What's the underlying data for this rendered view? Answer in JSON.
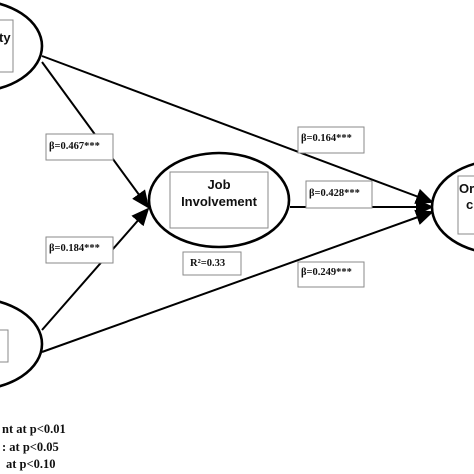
{
  "nodes": {
    "top_left": {
      "label": "rty"
    },
    "center": {
      "label_line1": "Job",
      "label_line2": "Involvement",
      "r_squared": "R²=0.33"
    },
    "right": {
      "label_line1": "Or",
      "label_line2": "c"
    },
    "bottom_left": {
      "label": ""
    }
  },
  "paths": {
    "top_left_to_center": "β=0.467***",
    "bottom_left_to_center": "β=0.184***",
    "top_left_to_right": "β=0.164***",
    "center_to_right": "β=0.428***",
    "bottom_left_to_right": "β=0.249***"
  },
  "legend": [
    "nt at p<0.01",
    ": at p<0.05",
    "at p<0.10"
  ]
}
